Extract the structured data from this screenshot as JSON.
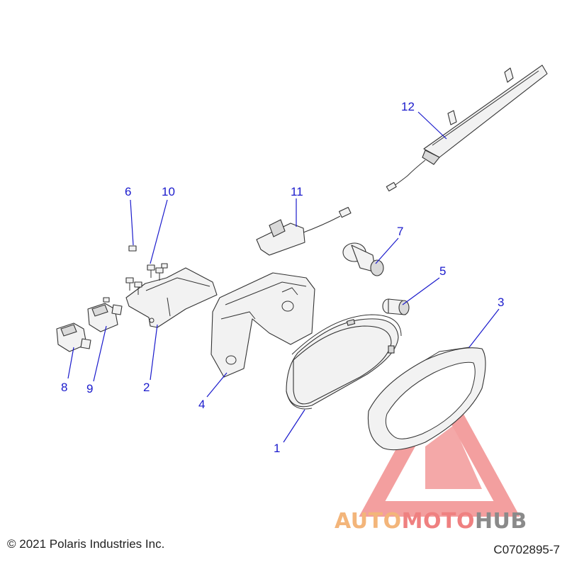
{
  "callouts": {
    "c1": "1",
    "c2": "2",
    "c3": "3",
    "c4": "4",
    "c5": "5",
    "c6": "6",
    "c7": "7",
    "c8": "8",
    "c9": "9",
    "c10": "10",
    "c11": "11",
    "c12": "12"
  },
  "footer": {
    "copyright": "© 2021 Polaris Industries Inc.",
    "drawing_number": "C0702895-7"
  },
  "watermark": {
    "part1": "AUTO",
    "part2": "MOTO",
    "part3": "HUB",
    "colors": {
      "orange": "#f3b57a",
      "red": "#ef8080",
      "gray": "#8a8a8a"
    }
  },
  "colors": {
    "callout": "#1a1acc",
    "line_art": "#333333"
  }
}
